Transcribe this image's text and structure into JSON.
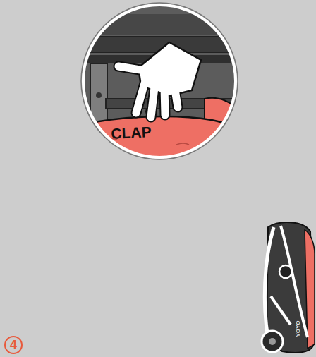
{
  "diagram": {
    "nodes": [
      {
        "text": [
          "4"
        ]
      }
    ],
    "labels": [
      "CLAP",
      "YOYO"
    ]
  }
}
